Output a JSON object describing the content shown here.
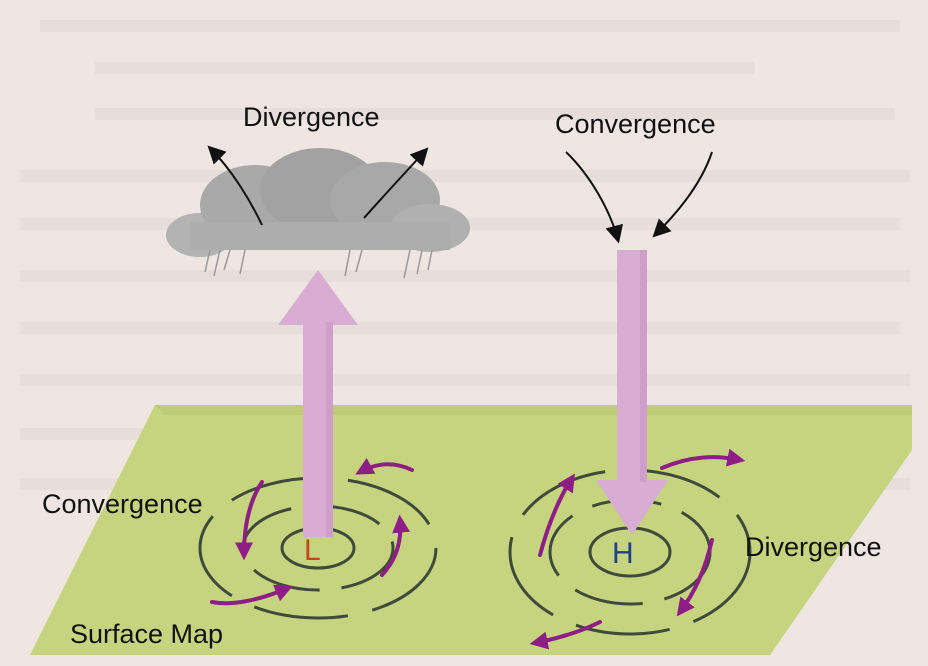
{
  "labels": {
    "top_left": "Divergence",
    "top_right": "Convergence",
    "bottom_left": "Convergence",
    "bottom_right": "Divergence",
    "surface": "Surface Map",
    "low": "L",
    "high": "H"
  },
  "colors": {
    "page": "#eee4e2",
    "surface": "#c3d27c",
    "column": "#d7a9d2",
    "column_dark": "#b07ab0",
    "flow_arrow": "#8e1d86",
    "isobar": "#3f4a3a",
    "low_letter": "#c4471c",
    "high_letter": "#1f3f8a",
    "cloud": "#a8a8a8"
  },
  "icons": {
    "cloud": "storm-cloud-icon",
    "rising_air": "arrow-up-icon",
    "sinking_air": "arrow-down-icon"
  }
}
